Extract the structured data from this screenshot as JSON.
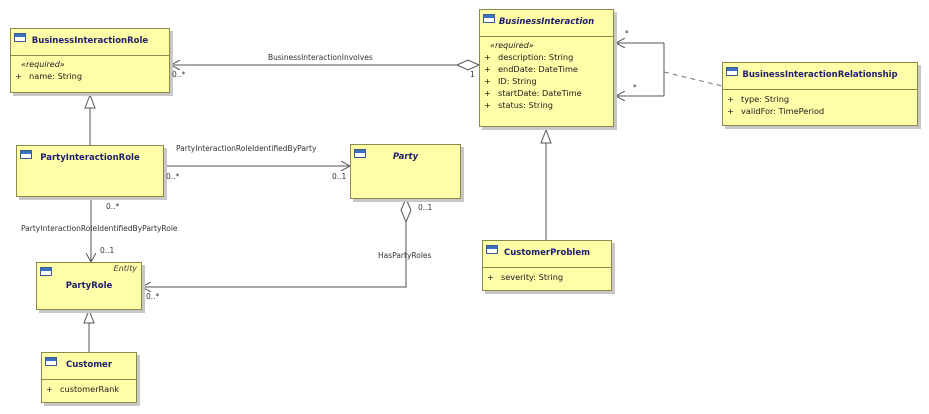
{
  "classes": {
    "business_interaction_role": {
      "name": "BusinessInteractionRole",
      "stereotype": "«required»",
      "attributes": [
        {
          "vis": "+",
          "text": "name: String"
        }
      ]
    },
    "business_interaction": {
      "name": "BusinessInteraction",
      "stereotype": "«required»",
      "attributes": [
        {
          "vis": "+",
          "text": "description: String"
        },
        {
          "vis": "+",
          "text": "endDate: DateTime"
        },
        {
          "vis": "+",
          "text": "ID: String"
        },
        {
          "vis": "+",
          "text": "startDate: DateTime"
        },
        {
          "vis": "+",
          "text": "status: String"
        }
      ]
    },
    "business_interaction_relationship": {
      "name": "BusinessInteractionRelationship",
      "attributes": [
        {
          "vis": "+",
          "text": "type: String"
        },
        {
          "vis": "+",
          "text": "validFor: TimePeriod"
        }
      ]
    },
    "party_interaction_role": {
      "name": "PartyInteractionRole"
    },
    "party": {
      "name": "Party"
    },
    "party_role": {
      "name": "PartyRole",
      "stereotype_tag": "Entity"
    },
    "customer_problem": {
      "name": "CustomerProblem",
      "attributes": [
        {
          "vis": "+",
          "text": "severity: String"
        }
      ]
    },
    "customer": {
      "name": "Customer",
      "attributes": [
        {
          "vis": "+",
          "text": "customerRank"
        }
      ]
    }
  },
  "associations": {
    "business_interaction_involves": {
      "name": "BusinessInteractionInvolves",
      "source_multiplicity": "0..*",
      "target_multiplicity": "1"
    },
    "self_relationship": {
      "top_multiplicity": "*",
      "bottom_multiplicity": "*"
    },
    "party_interaction_role_identified_by_party": {
      "name": "PartyInteractionRoleIdentifiedByParty",
      "source_multiplicity": "0..*",
      "target_multiplicity": "0..1"
    },
    "party_interaction_role_identified_by_party_role": {
      "name": "PartyInteractionRoleIdentifiedByPartyRole",
      "source_multiplicity": "0..*",
      "target_multiplicity": "0..1"
    },
    "has_party_roles": {
      "name": "HasPartyRoles",
      "source_multiplicity": "0..1",
      "target_multiplicity": "0..*"
    }
  },
  "colors": {
    "class_fill": "#fffda8",
    "class_border": "#8c8a4a",
    "class_name_text": "#1f1f6e",
    "connector": "#555555"
  }
}
